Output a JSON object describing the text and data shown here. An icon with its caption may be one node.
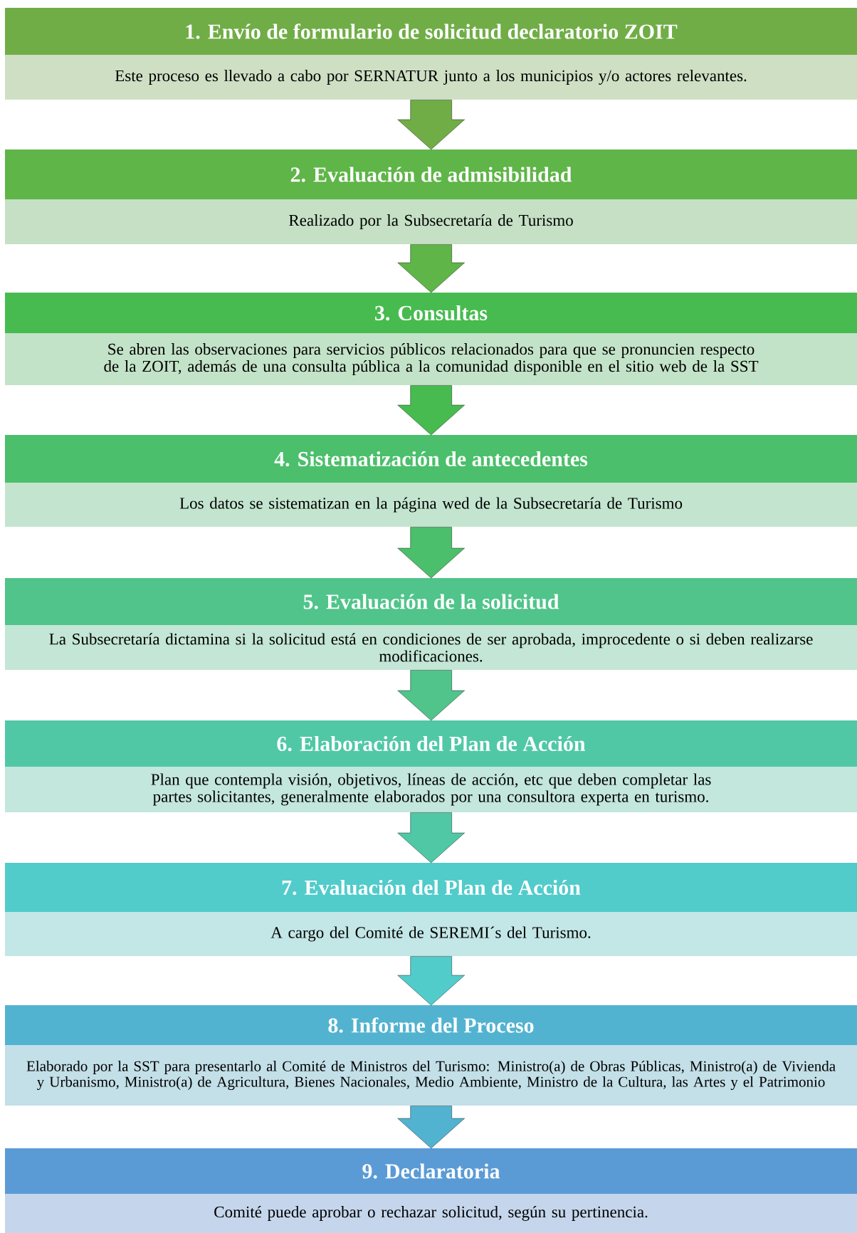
{
  "diagram": {
    "nodes": [
      {
        "text": [
          "1. Envío de formulario de solicitud declaratorio ZOIT",
          "Este proceso es llevado a cabo por SERNATUR junto a los municipios y/o actores relevantes."
        ]
      },
      {
        "text": [
          "2. Evaluación de admisibilidad",
          "Realizado por la Subsecretaría de Turismo"
        ]
      },
      {
        "text": [
          "3. Consultas",
          "Se abren las observaciones para servicios públicos relacionados para que se pronuncien respecto de la ZOIT, además de una consulta pública a la comunidad disponible en el sitio web de la SST"
        ]
      },
      {
        "text": [
          "4. Sistematización de antecedentes",
          "Los datos se sistematizan en la página wed de la Subsecretaría de Turismo"
        ]
      },
      {
        "text": [
          "5. Evaluación de la solicitud",
          "La Subsecretaría dictamina si la solicitud está en condiciones de ser aprobada, improcedente o si deben realizarse modificaciones."
        ]
      },
      {
        "text": [
          "6. Elaboración del Plan de Acción",
          "Plan que contempla visión, objetivos, líneas de acción, etc que deben completar las partes solicitantes, generalmente elaborados por una consultora experta en turismo."
        ]
      },
      {
        "text": [
          "7. Evaluación del Plan de Acción",
          "A cargo del Comité de SEREMI´s del Turismo."
        ]
      },
      {
        "text": [
          "8. Informe del Proceso",
          "Elaborado por la SST para presentarlo al Comité de Ministros del Turismo: Ministro(a) de Obras Públicas, Ministro(a) de Vivienda y Urbanismo, Ministro(a) de Agricultura, Bienes Nacionales, Medio Ambiente, Ministro de la Cultura, las Artes y el Patrimonio"
        ]
      },
      {
        "text": [
          "9. Declaratoria",
          "Comité puede aprobar o rechazar solicitud, según su pertinencia."
        ]
      }
    ],
    "edges": [
      {
        "from": 0,
        "to": 1,
        "arrow": "to"
      },
      {
        "from": 1,
        "to": 2,
        "arrow": "to"
      },
      {
        "from": 2,
        "to": 3,
        "arrow": "to"
      },
      {
        "from": 3,
        "to": 4,
        "arrow": "to"
      },
      {
        "from": 4,
        "to": 5,
        "arrow": "to"
      },
      {
        "from": 5,
        "to": 6,
        "arrow": "to"
      },
      {
        "from": 6,
        "to": 7,
        "arrow": "to"
      },
      {
        "from": 7,
        "to": 8,
        "arrow": "to"
      }
    ]
  }
}
